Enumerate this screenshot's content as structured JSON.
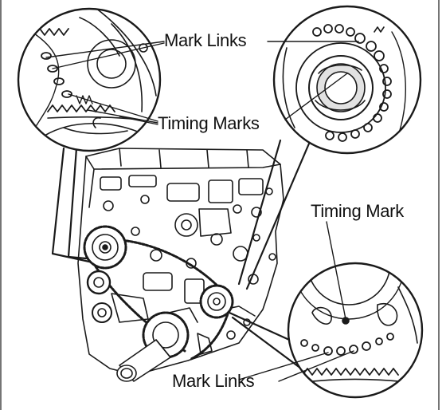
{
  "labels": {
    "mark_links_top": "Mark Links",
    "timing_marks": "Timing Marks",
    "timing_mark": "Timing Mark",
    "mark_links_bottom": "Mark Links"
  },
  "colors": {
    "line": "#1a1a1a",
    "fill": "#ffffff",
    "shade": "#d6d6d6"
  }
}
